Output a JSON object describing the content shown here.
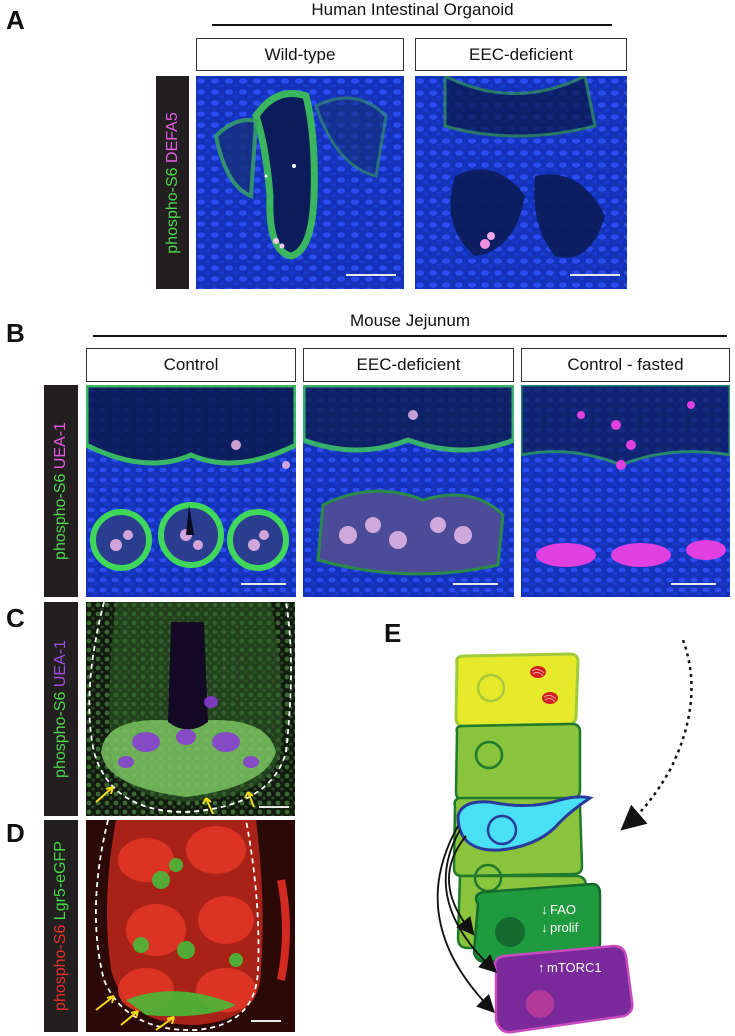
{
  "panels": {
    "A": {
      "letter": "A",
      "title": "Human Intestinal Organoid",
      "conditions": [
        "Wild-type",
        "EEC-deficient"
      ],
      "stain": {
        "green": "phospho-S6",
        "second": "DEFA5",
        "second_color": "#e65ce6"
      }
    },
    "B": {
      "letter": "B",
      "title": "Mouse Jejunum",
      "conditions": [
        "Control",
        "EEC-deficient",
        "Control - fasted"
      ],
      "stain": {
        "green": "phospho-S6",
        "second": "UEA-1",
        "second_color": "#e65ce6"
      }
    },
    "C": {
      "letter": "C",
      "stain": {
        "green": "phospho-S6",
        "second": "UEA-1",
        "second_color": "#a24de0"
      }
    },
    "D": {
      "letter": "D",
      "stain": {
        "first": "phospho-S6",
        "first_color": "#e8312a",
        "second": "Lgr5-eGFP",
        "second_color": "#44d844"
      }
    },
    "E": {
      "letter": "E",
      "labels": {
        "fao": "FAO",
        "prolif": "prolif",
        "mtorc1": "mTORC1"
      }
    }
  },
  "colors": {
    "stain_green": "#4dd84d",
    "nuclei_blue": "#1f3fe0",
    "label_bar": "#231f20",
    "arrow_yellow": "#f2dc1a"
  }
}
